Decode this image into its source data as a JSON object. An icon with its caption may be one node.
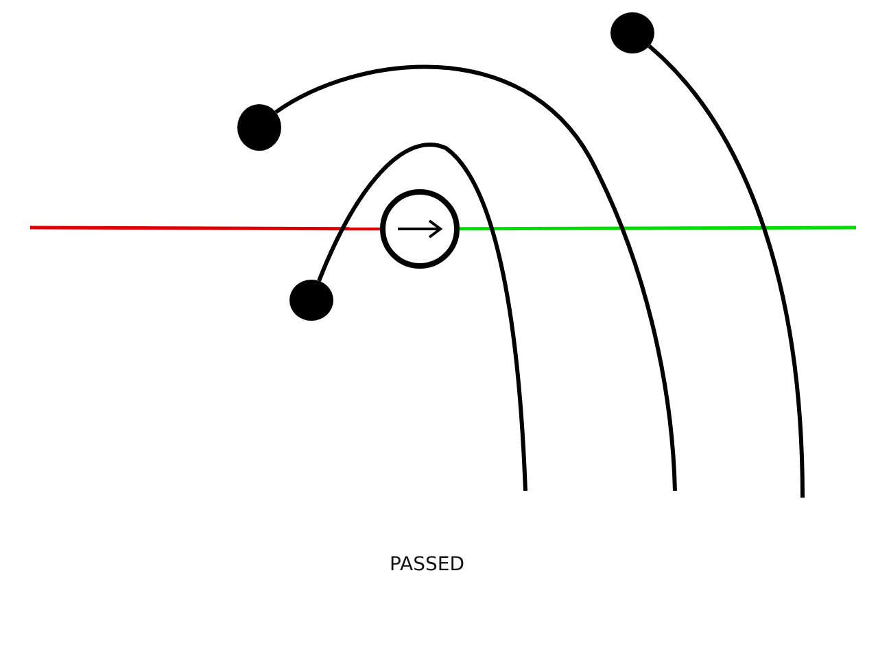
{
  "diagram": {
    "nodes": [
      {
        "text": [],
        "shape": "circle"
      },
      {
        "text": [],
        "shape": "circle"
      },
      {
        "text": [],
        "shape": "circle"
      },
      {
        "text": [],
        "shape": "circle"
      }
    ],
    "edges": [
      {
        "from": null,
        "to": 2,
        "arrow": "none",
        "color": "#dd0000"
      },
      {
        "from": 2,
        "to": null,
        "arrow": "none",
        "color": "#00dd00"
      },
      {
        "from": 1,
        "to": null,
        "arrow": "none"
      },
      {
        "from": 0,
        "to": null,
        "arrow": "none"
      },
      {
        "from": 3,
        "to": null,
        "arrow": "none"
      }
    ],
    "labels": [
      "PASSED"
    ]
  }
}
